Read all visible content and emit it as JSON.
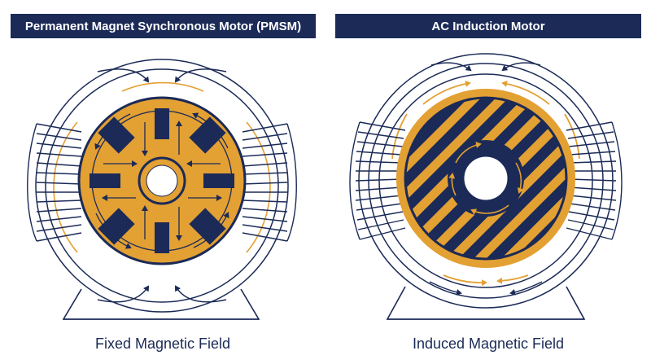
{
  "panels": {
    "left": {
      "title": "Permanent Magnet Synchronous Motor (PMSM)",
      "caption": "Fixed Magnetic Field"
    },
    "right": {
      "title": "AC Induction Motor",
      "caption": "Induced Magnetic Field"
    }
  },
  "colors": {
    "navy": "#1b2a57",
    "orange": "#e3a033",
    "white": "#ffffff",
    "frame": "#2a3b68"
  },
  "icons": {
    "field_arrow": "arrow-icon",
    "coil": "coil-winding"
  }
}
